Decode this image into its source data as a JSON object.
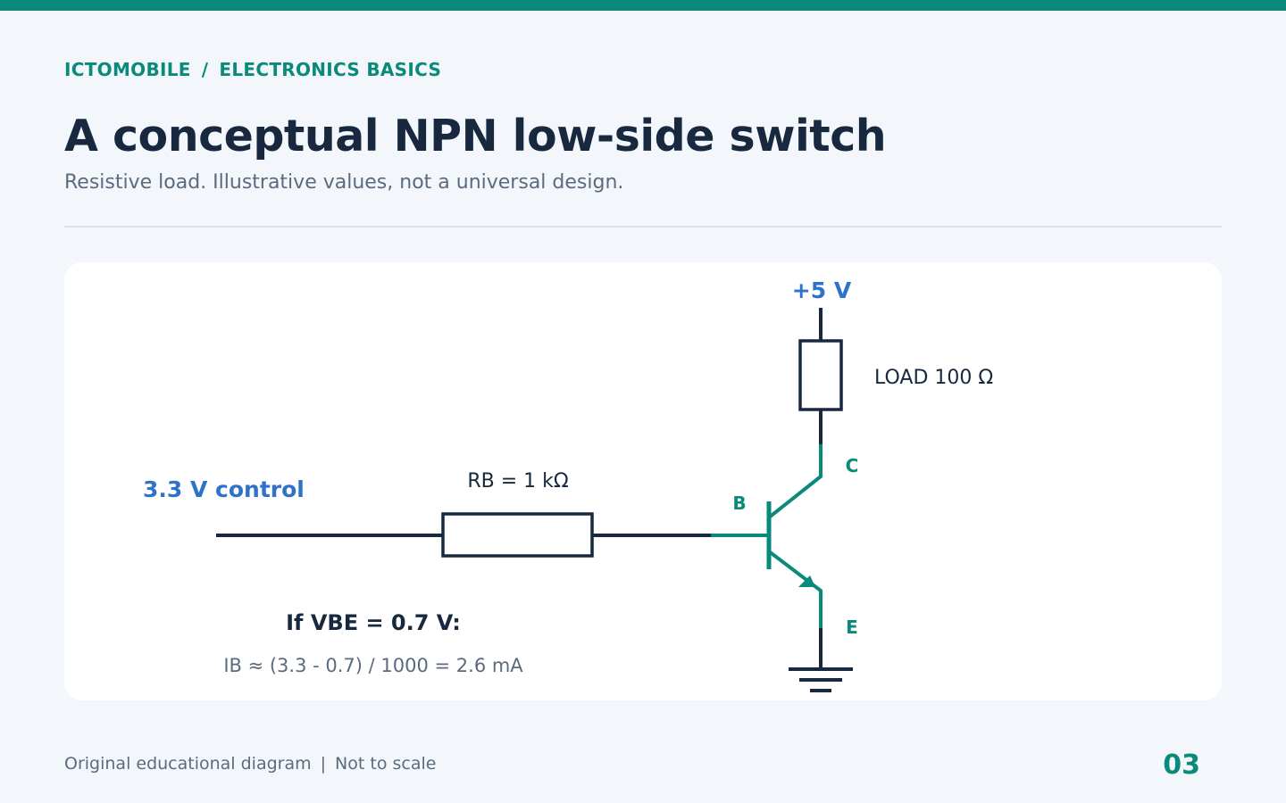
{
  "header": {
    "breadcrumb": [
      "ICTOMOBILE",
      "ELECTRONICS BASICS"
    ],
    "breadcrumb_separator": "/",
    "title": "A conceptual NPN low-side switch",
    "subtitle": "Resistive load. Illustrative values, not a universal design."
  },
  "diagram": {
    "supply_label": "+5 V",
    "load_label": "LOAD 100 Ω",
    "control_label": "3.3 V control",
    "base_resistor_label": "RB = 1 kΩ",
    "pin_collector": "C",
    "pin_base": "B",
    "pin_emitter": "E",
    "calc_heading": "If VBE = 0.7 V:",
    "calc_formula": "IB ≈ (3.3 - 0.7) / 1000 = 2.6 mA"
  },
  "footer": {
    "note_left": "Original educational diagram",
    "note_separator": "|",
    "note_right": "Not to scale",
    "page_number": "03"
  },
  "colors": {
    "accent_teal": "#0a8a7a",
    "accent_blue": "#2f72c9",
    "wire_dark": "#17283f",
    "text_muted": "#5b6b7e"
  }
}
